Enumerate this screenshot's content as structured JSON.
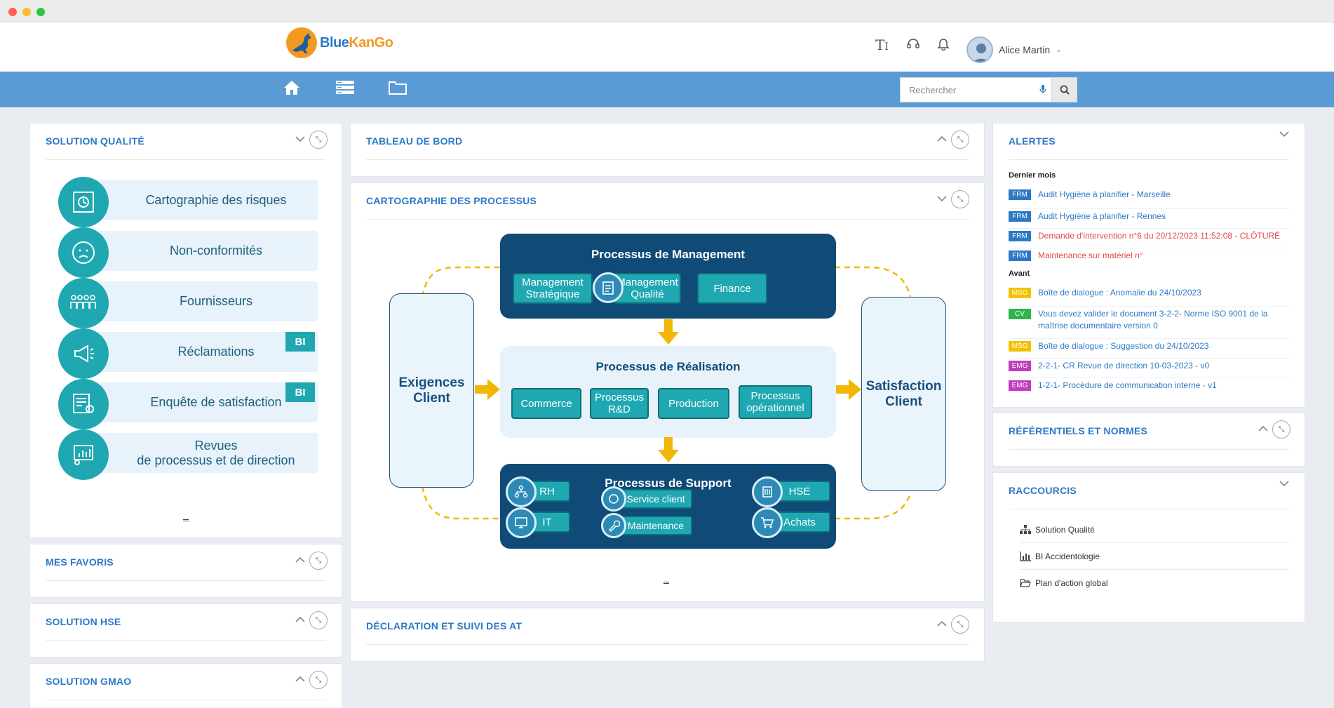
{
  "app": {
    "logo_blue": "Blue",
    "logo_orange": "KanGo"
  },
  "header": {
    "user_name": "Alice Martin",
    "search_placeholder": "Rechercher"
  },
  "panels": {
    "solution_qualite": {
      "title": "SOLUTION QUALITÉ",
      "items": [
        {
          "label": "Cartographie des risques"
        },
        {
          "label": "Non-conformités"
        },
        {
          "label": "Fournisseurs"
        },
        {
          "label": "Réclamations",
          "badge": "BI"
        },
        {
          "label": "Enquête de satisfaction",
          "badge": "BI"
        },
        {
          "label_line1": "Revues",
          "label_line2": "de processus et de direction"
        }
      ]
    },
    "mes_favoris": {
      "title": "MES FAVORIS"
    },
    "solution_hse": {
      "title": "SOLUTION HSE"
    },
    "solution_gmao": {
      "title": "SOLUTION GMAO"
    },
    "tableau_de_bord": {
      "title": "TABLEAU DE BORD"
    },
    "cartographie": {
      "title": "CARTOGRAPHIE DES PROCESSUS"
    },
    "declaration": {
      "title": "DÉCLARATION ET SUIVI DES AT"
    },
    "alertes": {
      "title": "ALERTES",
      "section_last_month": "Dernier mois",
      "section_before": "Avant",
      "items": [
        {
          "tag": "FRM",
          "text": "Audit Hygiène à planifier - Marseille",
          "color": "#2c79c6"
        },
        {
          "tag": "FRM",
          "text": "Audit Hygiène à planifier - Rennes",
          "color": "#2c79c6"
        },
        {
          "tag": "FRM",
          "text": "Demande d'intervention n°6 du 20/12/2023 11:52:08 - CLÔTURÉ",
          "color": "#e04a4a"
        },
        {
          "tag": "FRM",
          "text": "Maintenance sur matériel n°",
          "color": "#e04a4a"
        },
        {
          "tag": "MSG",
          "text": "Boîte de dialogue : Anomalie du 24/10/2023",
          "color": "#2c79c6"
        },
        {
          "tag": "CV",
          "text": "Vous devez valider le document 3-2-2- Norme ISO 9001 de la maîtrise documentaire version 0",
          "color": "#2c79c6"
        },
        {
          "tag": "MSG",
          "text": "Boîte de dialogue : Suggestion du 24/10/2023",
          "color": "#2c79c6"
        },
        {
          "tag": "EMG",
          "text": "2-2-1- CR Revue de direction 10-03-2023 - v0",
          "color": "#2c79c6"
        },
        {
          "tag": "EMG",
          "text": "1-2-1- Procédure de communication interne - v1",
          "color": "#2c79c6"
        }
      ]
    },
    "referentiels": {
      "title": "RÉFÉRENTIELS ET NORMES"
    },
    "raccourcis": {
      "title": "RACCOURCIS",
      "items": [
        {
          "label": "Solution Qualité",
          "icon": "org-chart-icon"
        },
        {
          "label": "BI Accidentologie",
          "icon": "bar-chart-icon"
        },
        {
          "label": "Plan d'action global",
          "icon": "folder-open-icon"
        }
      ]
    }
  },
  "diagram": {
    "management": {
      "title": "Processus de Management",
      "chips": [
        {
          "line1": "Management",
          "line2": "Stratégique"
        },
        {
          "line1": "Management",
          "line2": "Qualité"
        },
        {
          "line1": "Finance"
        }
      ]
    },
    "realisation": {
      "title": "Processus de Réalisation",
      "chips": [
        {
          "line1": "Commerce"
        },
        {
          "line1": "Processus",
          "line2": "R&D"
        },
        {
          "line1": "Production"
        },
        {
          "line1": "Processus",
          "line2": "opérationnel"
        }
      ]
    },
    "support": {
      "title": "Processus de Support",
      "chips": [
        "RH",
        "IT",
        "Service client",
        "Maintenance",
        "HSE",
        "Achats"
      ]
    },
    "left": {
      "line1": "Exigences",
      "line2": "Client"
    },
    "right": {
      "line1": "Satisfaction",
      "line2": "Client"
    }
  },
  "colors": {
    "accent": "#2c79c6",
    "nav": "#5b9bd5",
    "teal": "#1fa8b2",
    "navy": "#104b78",
    "arrow": "#f2b705",
    "frm": "#2c79c6",
    "msg": "#f2c200",
    "cv": "#2fb54a",
    "emg": "#c13cbf"
  }
}
